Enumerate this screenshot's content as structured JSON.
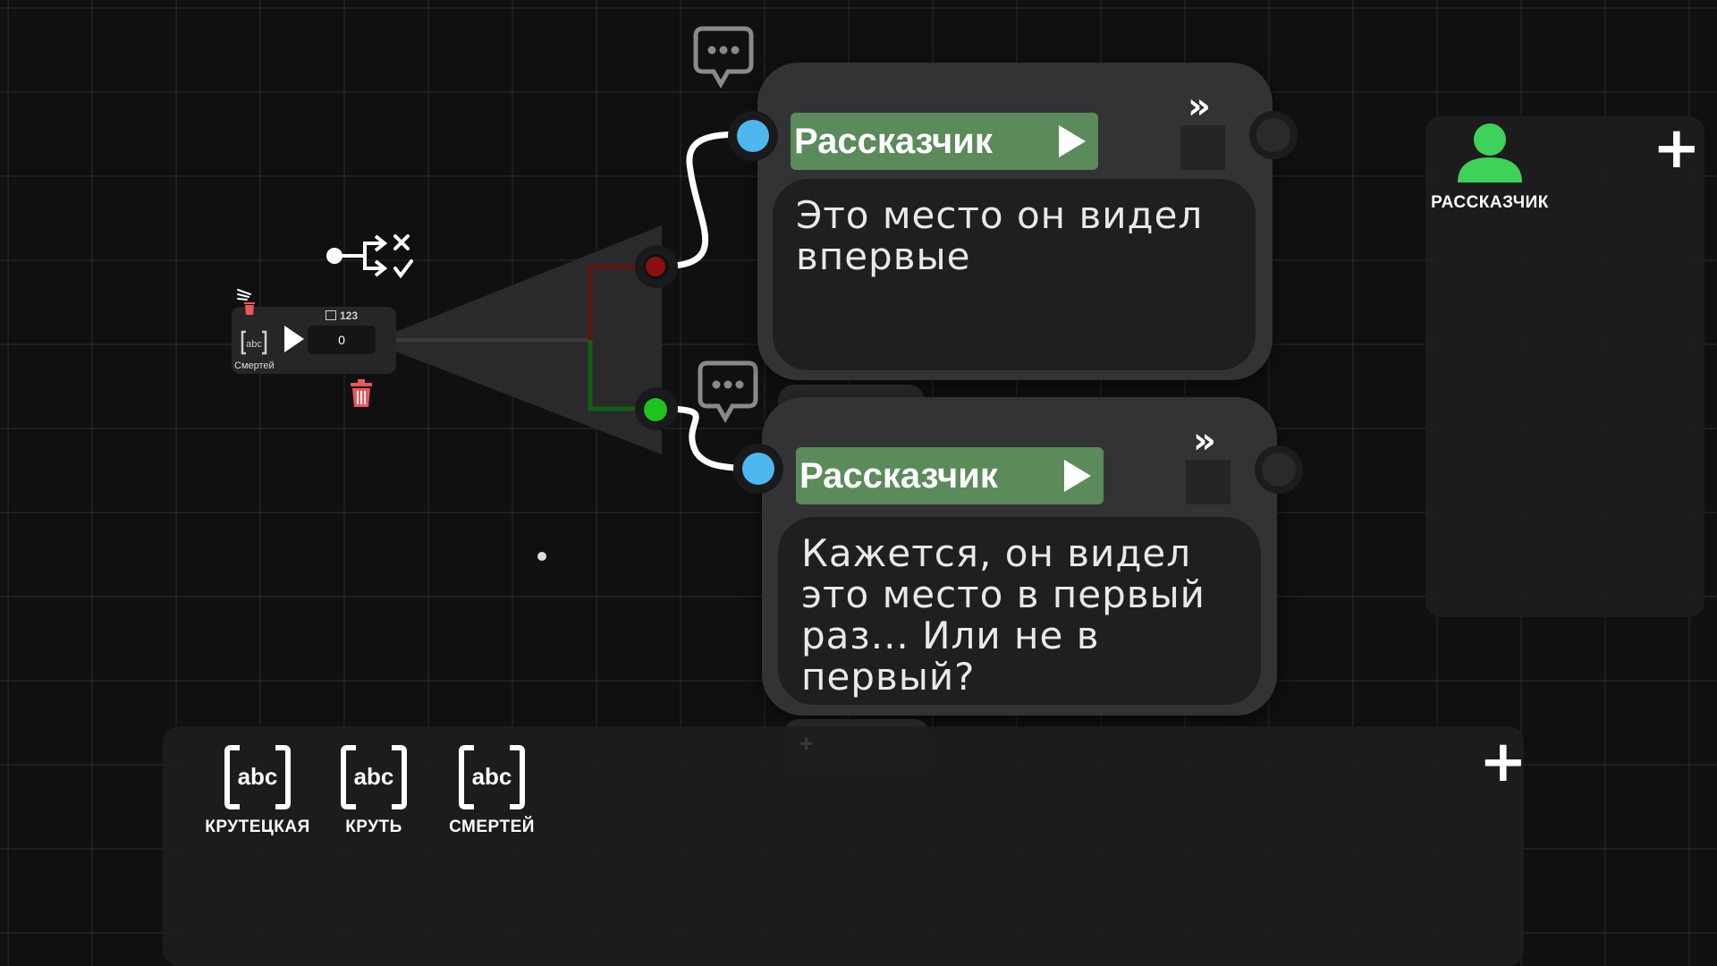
{
  "branch_node": {
    "type_badge": "123",
    "value": "0",
    "variable_label": "Смертей"
  },
  "dialog_nodes": [
    {
      "speaker": "Рассказчик",
      "text": "Это место он видел впервые",
      "add_label": "+"
    },
    {
      "speaker": "Рассказчик",
      "text": "Кажется, он видел это место в первый раз... Или не в первый?",
      "add_label": "+"
    }
  ],
  "characters_panel": {
    "add_label": "+",
    "characters": [
      {
        "name": "РАССКАЗЧИК",
        "icon": "person-icon",
        "color": "#3fd15a"
      }
    ]
  },
  "variables_panel": {
    "add_label": "+",
    "variables": [
      {
        "name": "КРУТЕЦКАЯ",
        "icon": "abc-icon"
      },
      {
        "name": "КРУТЬ",
        "icon": "abc-icon"
      },
      {
        "name": "СМЕРТЕЙ",
        "icon": "abc-icon"
      }
    ]
  },
  "colors": {
    "canvas": "#101012",
    "node": "#333335",
    "speaker_green": "#5b8a5b",
    "port_blue": "#4fb7ef",
    "port_green": "#1fc21f",
    "port_red": "#8a1010",
    "delete_red": "#e8595c"
  }
}
